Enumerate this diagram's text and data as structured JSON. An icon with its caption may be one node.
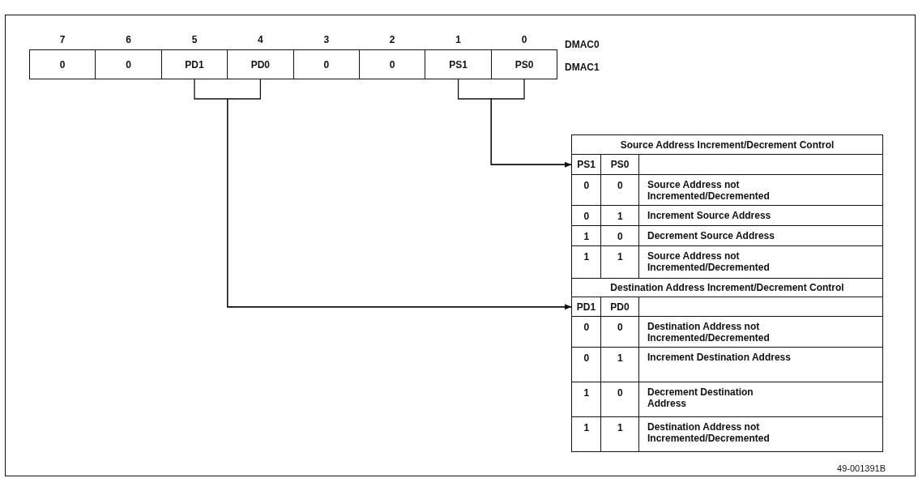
{
  "diagram": {
    "nodes": [
      {
        "text": [
          "0"
        ],
        "beside": [
          "7"
        ]
      },
      {
        "text": [
          "0"
        ],
        "beside": [
          "6"
        ]
      },
      {
        "text": [
          "PD1"
        ],
        "beside": [
          "5"
        ]
      },
      {
        "text": [
          "PD0"
        ],
        "beside": [
          "4"
        ]
      },
      {
        "text": [
          "0"
        ],
        "beside": [
          "3"
        ]
      },
      {
        "text": [
          "0"
        ],
        "beside": [
          "2"
        ]
      },
      {
        "text": [
          "PS1"
        ],
        "beside": [
          "1"
        ]
      },
      {
        "text": [
          "PS0"
        ],
        "beside": [
          "0"
        ]
      },
      {
        "text": [
          "Source Address Increment/Decrement Control"
        ]
      },
      {
        "text": [
          "PS1",
          "PS0"
        ]
      },
      {
        "text": [
          "Destination Address Increment/Decrement Control"
        ]
      },
      {
        "text": [
          "PD1",
          "PD0"
        ]
      }
    ],
    "edges": [
      {
        "from": 6,
        "to": 9,
        "arrow": "to"
      },
      {
        "from": 7,
        "to": 9,
        "arrow": "to"
      },
      {
        "from": 2,
        "to": 11,
        "arrow": "to"
      },
      {
        "from": 3,
        "to": 11,
        "arrow": "to"
      }
    ],
    "labels": [
      "DMAC0",
      "DMAC1",
      "0",
      "0",
      "Source Address not Incremented/Decremented",
      "0",
      "1",
      "Increment Source Address",
      "1",
      "0",
      "Decrement Source Address",
      "1",
      "1",
      "Source Address not Incremented/Decremented",
      "0",
      "0",
      "Destination Address not Incremented/Decremented",
      "0",
      "1",
      "Increment Destination Address",
      "1",
      "0",
      "Decrement Destination Address",
      "1",
      "1",
      "Destination Address not Incremented/Decremented",
      "49-001391B"
    ]
  }
}
